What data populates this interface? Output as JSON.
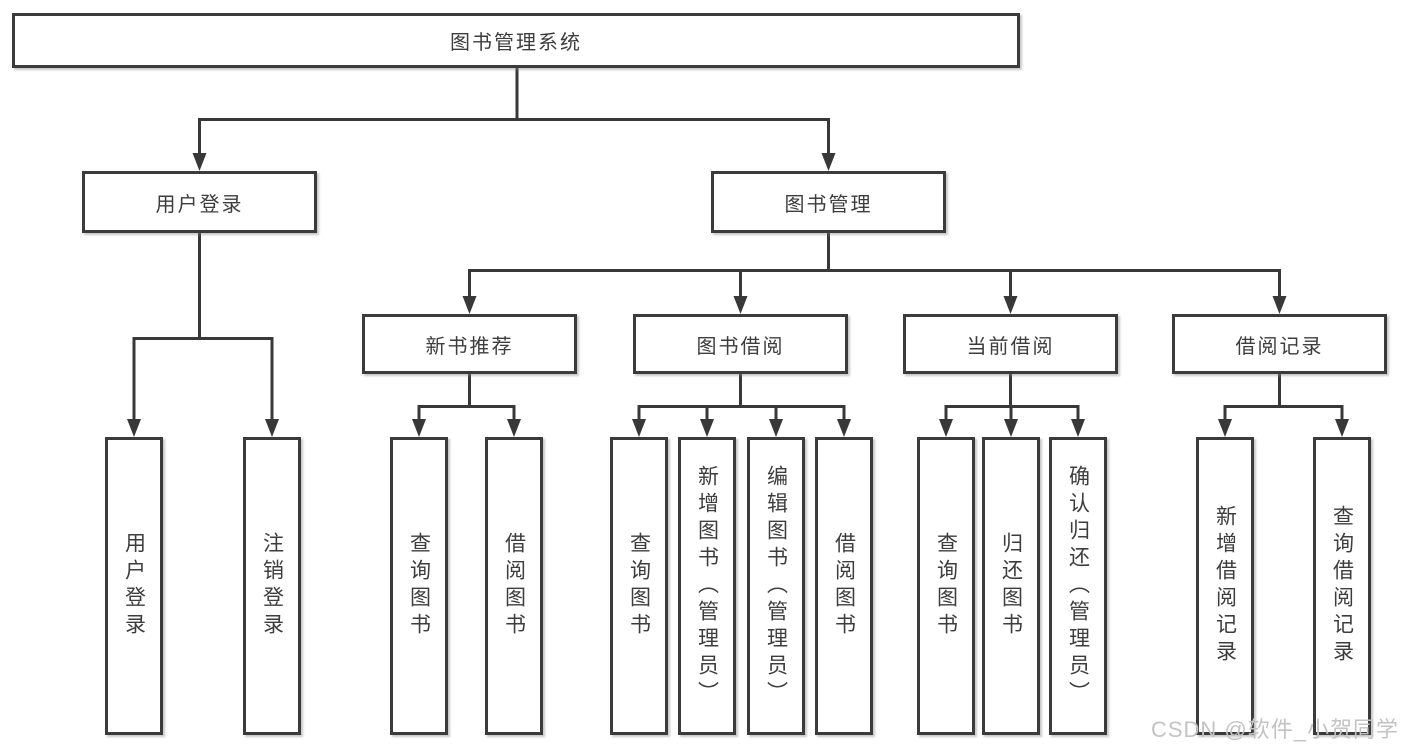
{
  "diagram": {
    "root": {
      "label": "图书管理系统"
    },
    "branches": {
      "user_login": {
        "label": "用户登录",
        "leaves": [
          "用户登录",
          "注销登录"
        ]
      },
      "book_management": {
        "label": "图书管理",
        "groups": [
          {
            "label": "新书推荐",
            "leaves": [
              "查询图书",
              "借阅图书"
            ]
          },
          {
            "label": "图书借阅",
            "leaves": [
              "查询图书",
              "新增图书（管理员）",
              "编辑图书（管理员）",
              "借阅图书"
            ]
          },
          {
            "label": "当前借阅",
            "leaves": [
              "查询图书",
              "归还图书",
              "确认归还（管理员）"
            ]
          },
          {
            "label": "借阅记录",
            "leaves": [
              "新增借阅记录",
              "查询借阅记录"
            ]
          }
        ]
      }
    }
  },
  "watermark": {
    "text": "CSDN @软件_小贺同学",
    "color": "#c3c3c3"
  },
  "colors": {
    "line": "#383838",
    "text": "#3d3d3d",
    "box_border": "#3b3b3b",
    "box_background": "#ffffff",
    "page_background": "#ffffff"
  }
}
